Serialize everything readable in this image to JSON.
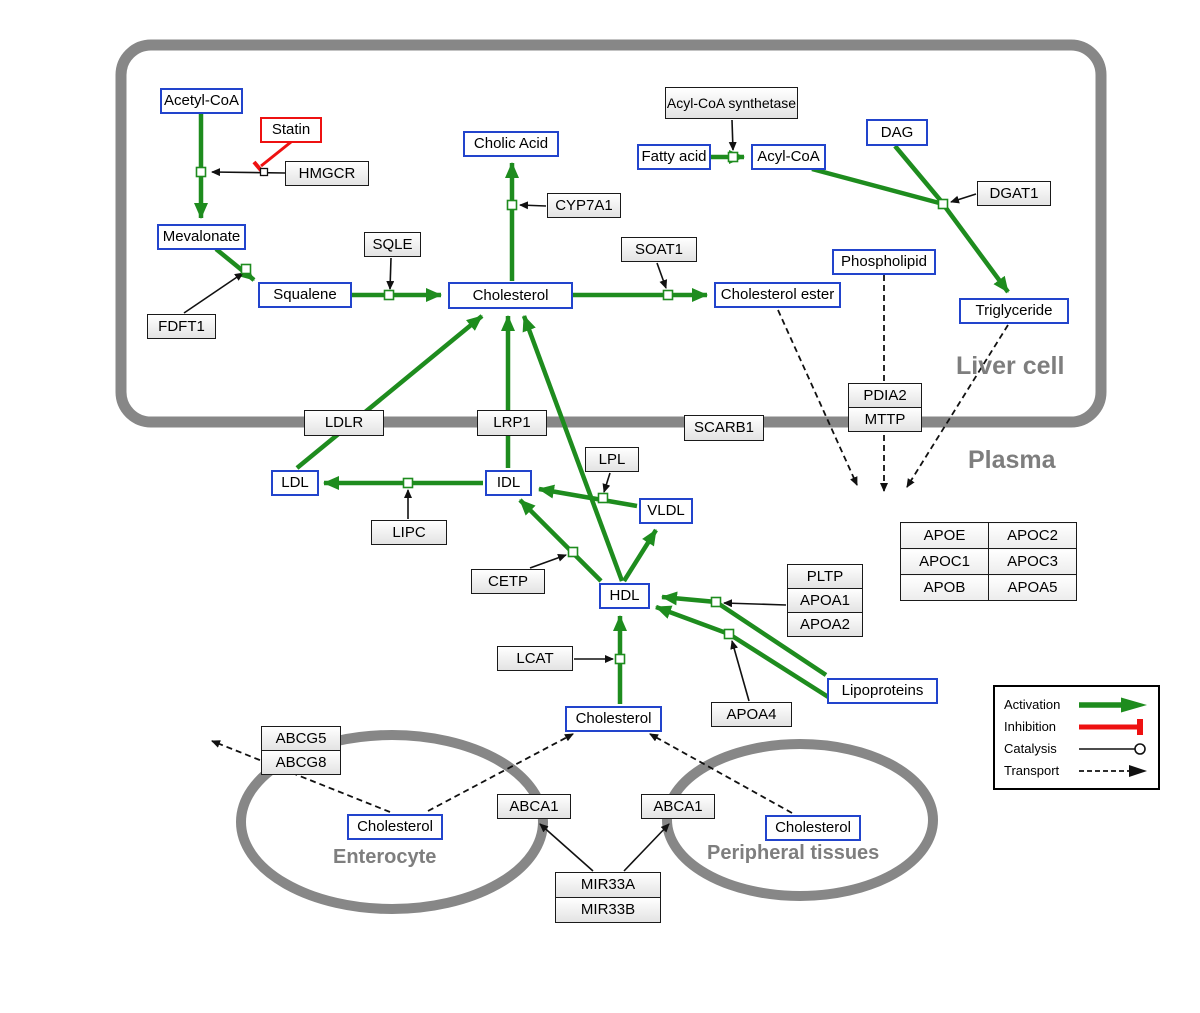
{
  "regions": {
    "liver": "Liver cell",
    "plasma": "Plasma",
    "enterocyte": "Enterocyte",
    "peripheral": "Peripheral tissues"
  },
  "metabolites": {
    "acetyl_coa": "Acetyl-CoA",
    "mevalonate": "Mevalonate",
    "squalene": "Squalene",
    "cholesterol_liver": "Cholesterol",
    "cholic_acid": "Cholic Acid",
    "cholesterol_ester": "Cholesterol ester",
    "fatty_acid": "Fatty acid",
    "acyl_coa": "Acyl-CoA",
    "dag": "DAG",
    "phospholipid": "Phospholipid",
    "triglyceride": "Triglyceride",
    "ldl": "LDL",
    "idl": "IDL",
    "vldl": "VLDL",
    "hdl": "HDL",
    "lipoproteins": "Lipoproteins",
    "cholesterol_plasma": "Cholesterol",
    "cholesterol_enterocyte": "Cholesterol",
    "cholesterol_peripheral": "Cholesterol"
  },
  "drugs": {
    "statin": "Statin"
  },
  "enzymes": {
    "hmgcr": "HMGCR",
    "fdft1": "FDFT1",
    "sqle": "SQLE",
    "cyp7a1": "CYP7A1",
    "soat1": "SOAT1",
    "acyl_coa_synthetase": "Acyl-CoA synthetase",
    "dgat1": "DGAT1",
    "ldlr": "LDLR",
    "lrp1": "LRP1",
    "scarb1": "SCARB1",
    "pdia2": "PDIA2",
    "mttp": "MTTP",
    "lipc": "LIPC",
    "lpl": "LPL",
    "cetp": "CETP",
    "lcat": "LCAT",
    "pltp": "PLTP",
    "apoa1": "APOA1",
    "apoa2": "APOA2",
    "apoa4": "APOA4",
    "abcg5": "ABCG5",
    "abcg8": "ABCG8",
    "abca1_enterocyte": "ABCA1",
    "abca1_peripheral": "ABCA1",
    "mir33a": "MIR33A",
    "mir33b": "MIR33B"
  },
  "apolipoprotein_table": {
    "rows": [
      [
        "APOE",
        "APOC2"
      ],
      [
        "APOC1",
        "APOC3"
      ],
      [
        "APOB",
        "APOA5"
      ]
    ]
  },
  "legend": {
    "activation": "Activation",
    "inhibition": "Inhibition",
    "catalysis": "Catalysis",
    "transport": "Transport"
  },
  "colors": {
    "activation_green": "#1e8c1e",
    "inhibition_red": "#ee1111",
    "metabolite_blue": "#2244cc",
    "membrane_gray": "#878787"
  }
}
